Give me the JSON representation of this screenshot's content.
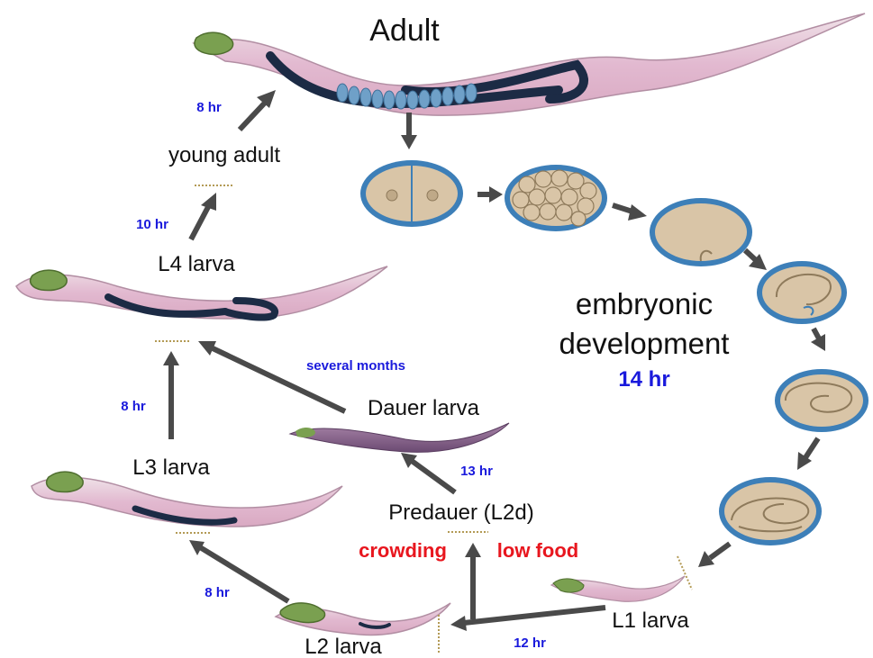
{
  "title": "Adult",
  "embryo_label": {
    "line1": "embryonic",
    "line2": "development",
    "time": "14 hr"
  },
  "stages": {
    "young_adult": "young adult",
    "l4": "L4 larva",
    "l3": "L3 larva",
    "l2": "L2 larva",
    "l1": "L1 larva",
    "dauer": "Dauer larva",
    "predauer": "Predauer (L2d)"
  },
  "times": {
    "young_to_adult": "8 hr",
    "l4_to_young": "10 hr",
    "l3_to_l4": "8 hr",
    "dauer_to_l4": "several months",
    "predauer_to_dauer": "13 hr",
    "l2_to_l3": "8 hr",
    "l1_to_l2": "12 hr"
  },
  "conditions": {
    "crowding": "crowding",
    "low_food": "low food"
  },
  "colors": {
    "time_text": "#1a1adc",
    "condition_text": "#e8161e",
    "arrow": "#4a4a4a",
    "worm_body": "#e9c9d9",
    "worm_head": "#7aa050",
    "worm_gonad": "#1c2b45",
    "embryo_shell": "#3d7fb8",
    "embryo_fill": "#d9c5a7"
  }
}
